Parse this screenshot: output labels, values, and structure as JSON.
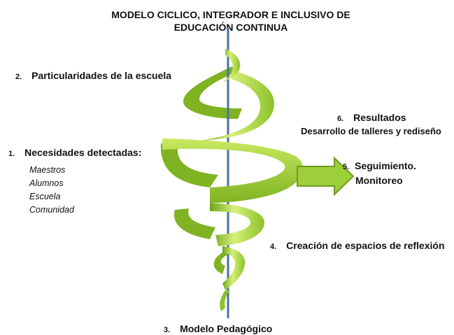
{
  "title": {
    "line1": "MODELO CICLICO, INTEGRADOR E INCLUSIVO DE",
    "line2": "EDUCACIÓN CONTINUA"
  },
  "steps": {
    "s1": {
      "num": "1.",
      "label": "Necesidades detectadas:",
      "items": [
        "Maestros",
        "Alumnos",
        "Escuela",
        "Comunidad"
      ]
    },
    "s2": {
      "num": "2.",
      "label": "Particularidades de la escuela"
    },
    "s3": {
      "num": "3.",
      "label": "Modelo Pedagógico"
    },
    "s4": {
      "num": "4.",
      "label": "Creación de espacios de reflexión"
    },
    "s5": {
      "num": "5.",
      "label_line1": "Seguimiento.",
      "label_line2": "Monitoreo"
    },
    "s6": {
      "num": "6.",
      "label": "Resultados",
      "sublabel": "Desarrollo de talleres y rediseño"
    }
  },
  "colors": {
    "axis": "#4a6fa5",
    "spiral_light": "#d6f07a",
    "spiral_mid": "#a9d63c",
    "spiral_dark": "#6fa21a",
    "arrow_fill": "#9ccf3a"
  }
}
